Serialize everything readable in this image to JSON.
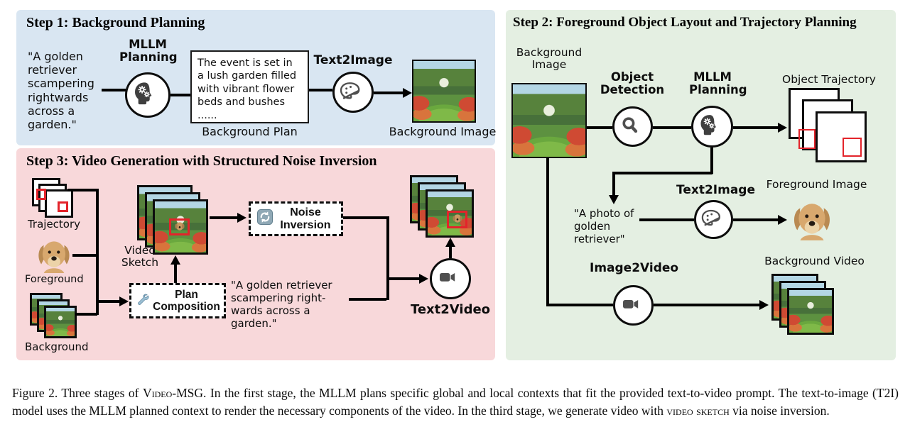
{
  "colors": {
    "panel_step1_blue": "#d9e6f2",
    "panel_step2_green": "#e4efe2",
    "panel_step3_pink": "#f8d8da",
    "accent_red_box": "#e3242b",
    "icon_dark_gray": "#4f4f4f",
    "tool_icon_blue": "#9cc0d4"
  },
  "icons": {
    "mllm_planning": "brain-with-gears-icon",
    "object_detection": "magnifying-glass-icon",
    "text2image": "paint-palette-icon",
    "text2video": "video-camera-icon",
    "image2video": "video-camera-icon",
    "noise_inversion": "refresh-arrows-icon",
    "plan_composition": "wrench-icon"
  },
  "step1": {
    "title": "Step 1: Background Planning",
    "prompt": "\"A golden retriever scampering rightwards across a garden.\"",
    "mllm_label": "MLLM Planning",
    "plan_text": "The event is set in a lush garden filled with vibrant flower beds and bushes ......",
    "plan_caption": "Background Plan",
    "t2i_label": "Text2Image",
    "output_caption": "Background Image"
  },
  "step2": {
    "title": "Step 2: Foreground Object Layout and Trajectory Planning",
    "bg_image_label": "Background Image",
    "object_detection_label": "Object Detection",
    "mllm_label": "MLLM Planning",
    "object_trajectory_label": "Object Trajectory",
    "fg_prompt": "\"A photo of golden retriever\"",
    "t2i_label": "Text2Image",
    "fg_image_label": "Foreground Image",
    "i2v_label": "Image2Video",
    "bg_video_label": "Background Video"
  },
  "step3": {
    "title": "Step 3: Video Generation with Structured Noise Inversion",
    "trajectory_label": "Trajectory",
    "foreground_label": "Foreground",
    "background_label": "Background",
    "video_sketch_label": "Video Sketch",
    "plan_composition_label": "Plan Composition",
    "noise_inversion_label": "Noise Inversion",
    "prompt": "\"A golden retriever scampering right-wards across a garden.\"",
    "t2v_label": "Text2Video"
  },
  "caption": {
    "label": "Figure 2.",
    "part1": " Three stages of ",
    "smallcaps1": "Video-MSG",
    "part2": ". In the first stage, the MLLM plans specific global and local contexts that fit the provided text-to-video prompt. The text-to-image (T2I) model uses the MLLM planned context to render the necessary components of the video. In the third stage, we generate video with ",
    "smallcaps2": "video sketch",
    "part3": " via noise inversion."
  }
}
